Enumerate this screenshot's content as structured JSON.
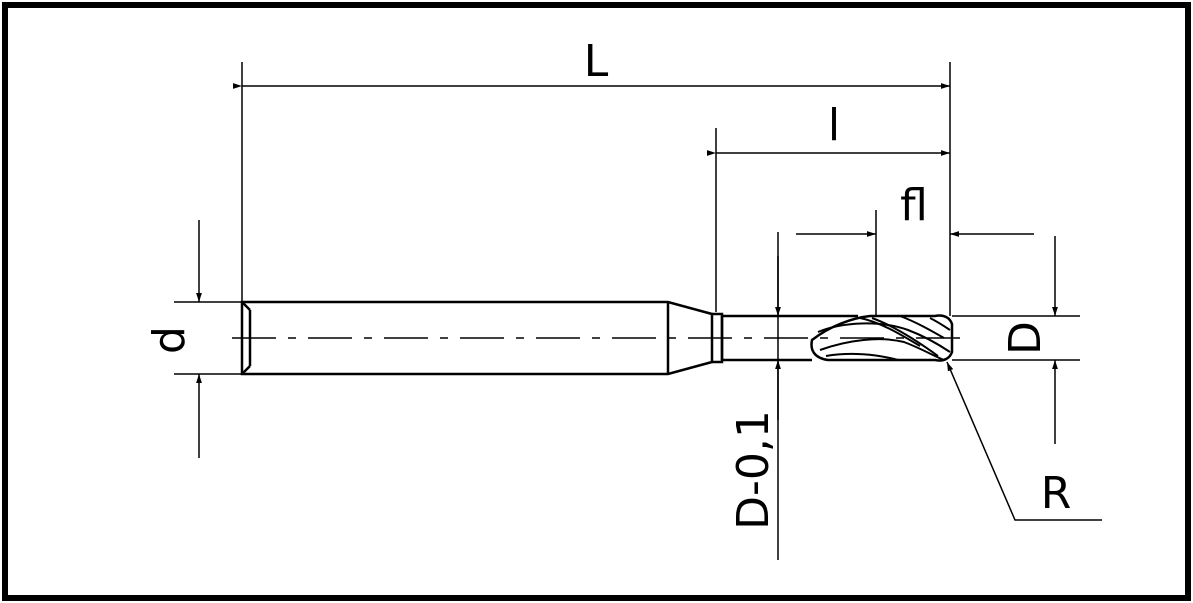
{
  "labels": {
    "overall_length": "L",
    "length_below_shank": "l",
    "flute_length": "fl",
    "shank_diameter": "d",
    "cutting_diameter": "D",
    "neck_diameter": "D-0,1",
    "corner_radius": "R"
  },
  "colors": {
    "line": "#000000",
    "background": "#ffffff"
  }
}
